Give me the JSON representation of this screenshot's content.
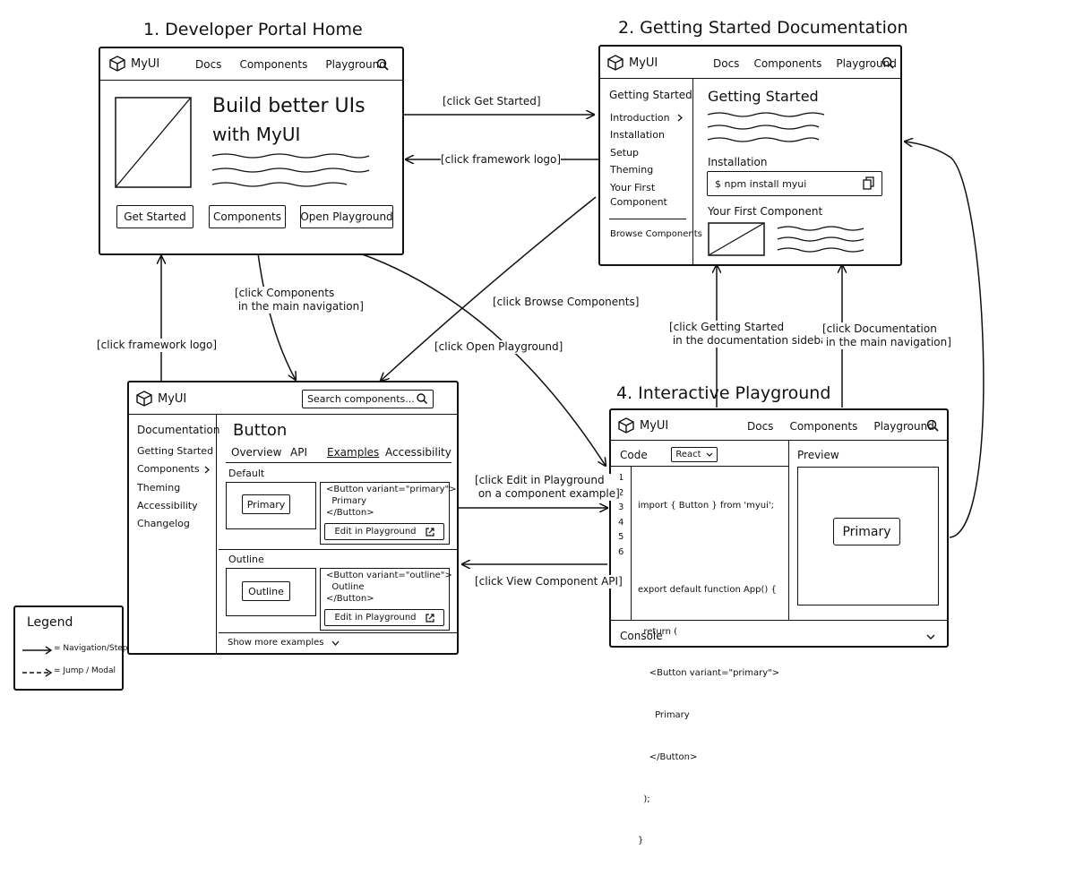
{
  "titles": {
    "home": "1. Developer Portal Home",
    "docs": "2. Getting Started Documentation",
    "playground": "4. Interactive Playground"
  },
  "brand": "MyUI",
  "nav": {
    "docs": "Docs",
    "components": "Components",
    "playground": "Playground"
  },
  "home": {
    "headline_line1": "Build better UIs",
    "headline_line2": "with MyUI",
    "buttons": {
      "get_started": "Get Started",
      "components": "Components",
      "open_playground": "Open Playground"
    }
  },
  "docs": {
    "sidebar_heading": "Getting Started",
    "sidebar_items": [
      "Introduction",
      "Installation",
      "Setup",
      "Theming",
      "Your First",
      "Component"
    ],
    "browse_components": "Browse Components",
    "heading": "Getting Started",
    "installation_heading": "Installation",
    "install_command": "$ npm install myui",
    "first_component_heading": "Your First Component"
  },
  "components_page": {
    "search_placeholder": "Search components...",
    "sidebar_heading": "Documentation",
    "sidebar_items": [
      "Getting Started",
      "Components",
      "Theming",
      "Accessibility",
      "Changelog"
    ],
    "title": "Button",
    "tabs": [
      "Overview",
      "API",
      "Examples",
      "Accessibility"
    ],
    "default_label": "Default",
    "primary_button": "Primary",
    "default_code": [
      "<Button variant=\"primary\">",
      "  Primary",
      "</Button>"
    ],
    "outline_label": "Outline",
    "outline_button": "Outline",
    "outline_code": [
      "<Button variant=\"outline\">",
      "  Outline",
      "</Button>"
    ],
    "edit_in_playground": "Edit in Playground",
    "show_more": "Show more examples"
  },
  "playground": {
    "code_label": "Code",
    "framework_select": "React",
    "preview_label": "Preview",
    "line_numbers": [
      "1",
      "2",
      "3",
      "4",
      "5",
      "6"
    ],
    "code_lines": [
      "import { Button } from 'myui';",
      "",
      "export default function App() {",
      "  return (",
      "    <Button variant=\"primary\">",
      "      Primary",
      "    </Button>",
      "  );",
      "}"
    ],
    "preview_button": "Primary",
    "console_label": "Console"
  },
  "transitions": {
    "click_get_started": "[click Get Started]",
    "click_framework_logo_1": "[click framework logo]",
    "click_browse_components": "[click Browse Components]",
    "click_components_nav": "[click Components\n in the main navigation]",
    "click_framework_logo_2": "[click framework logo]",
    "click_open_playground": "[click Open Playground]",
    "click_getting_started_sidebar": "[click Getting Started\n in the documentation sidebar]",
    "click_documentation_nav": "[click Documentation\n in the main navigation]",
    "click_edit_in_playground": "[click Edit in Playground\n on a component example]",
    "click_view_component_api": "[click View Component API]"
  },
  "legend": {
    "title": "Legend",
    "navigation": "= Navigation/Step",
    "jump": "= Jump / Modal"
  }
}
